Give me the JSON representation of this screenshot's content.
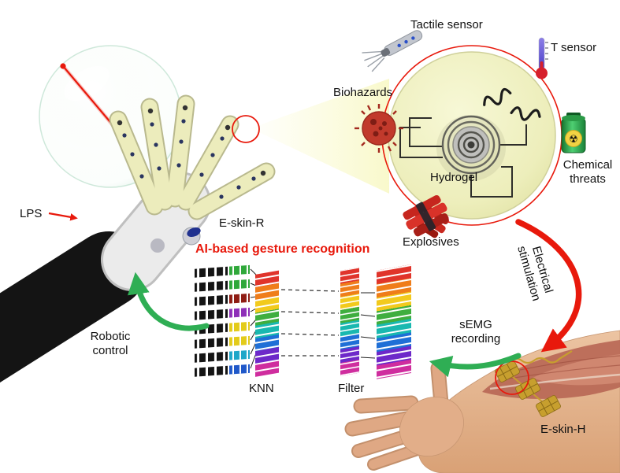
{
  "figure": {
    "labels": {
      "tactile_sensor": "Tactile sensor",
      "t_sensor": "T sensor",
      "biohazards": "Biohazards",
      "hydrogel": "Hydrogel",
      "chemical_threats_1": "Chemical",
      "chemical_threats_2": "threats",
      "explosives": "Explosives",
      "lps": "LPS",
      "e_skin_r": "E-skin-R",
      "ai_title": "AI-based gesture recognition",
      "robotic_control_1": "Robotic",
      "robotic_control_2": "control",
      "knn": "KNN",
      "filter": "Filter",
      "semg_1": "sEMG",
      "semg_2": "recording",
      "electrical_stimulation_1": "Electrical",
      "electrical_stimulation_2": "stimulation",
      "e_skin_h": "E-skin-H"
    },
    "icons": {
      "radiation_glyph": "☢"
    },
    "colors": {
      "annotation_red": "#e8190c",
      "arrow_green": "#2fae54",
      "ai_title_red": "#e8190c",
      "device_fill": "#edeebb",
      "skin": "#e2ae89",
      "eskin_gold": "#c79f2e"
    },
    "nn": {
      "input_colors": [
        "#2fa83a",
        "#2fa83a",
        "#8f1d14",
        "#8e2fb8",
        "#e3cb1a",
        "#e3cb1a",
        "#1fa7c9",
        "#1f58c9"
      ],
      "rainbow": [
        "#e0342b",
        "#ef7d1a",
        "#f2ca1d",
        "#3fae3f",
        "#19b8b0",
        "#1f6fd6",
        "#6d28c9",
        "#cf2d9e"
      ]
    }
  }
}
